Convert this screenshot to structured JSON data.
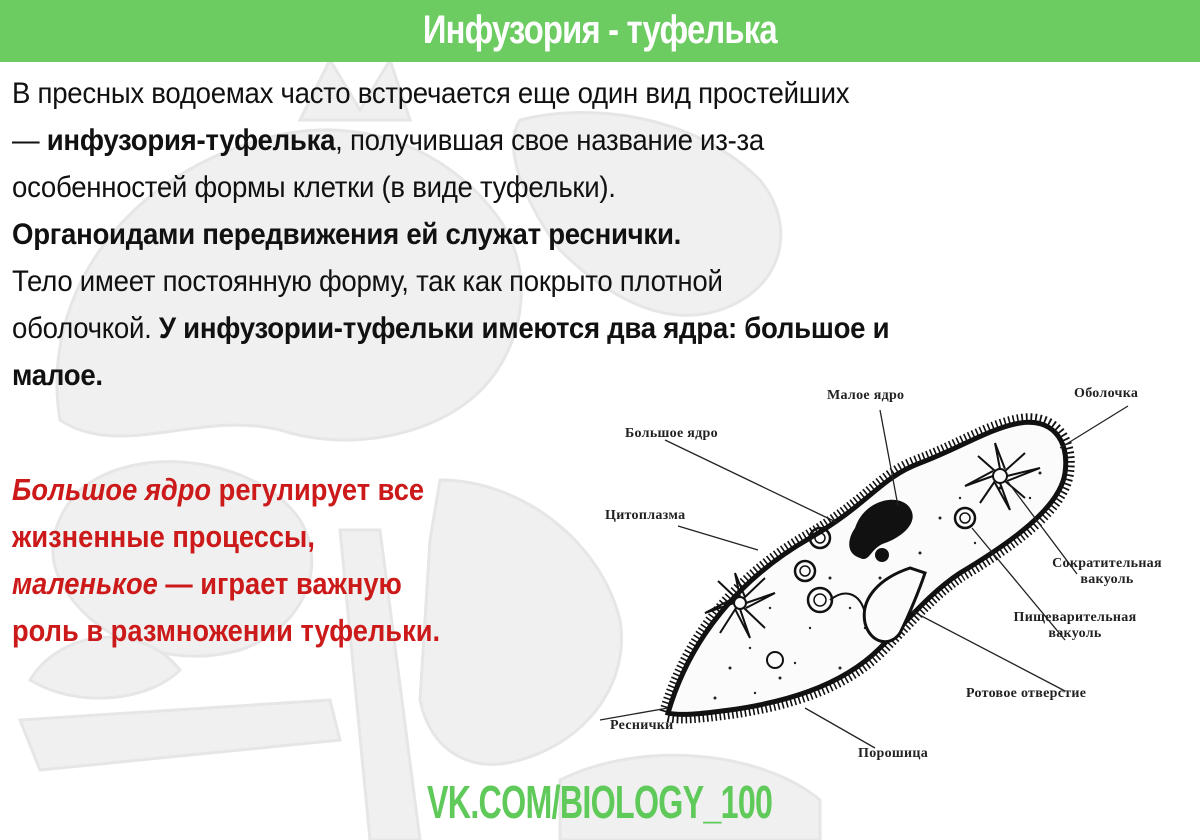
{
  "header": {
    "title": "Инфузория - туфелька",
    "background_color": "#6ccc62"
  },
  "intro": {
    "lines": [
      {
        "parts": [
          {
            "text": "В пресных водоемах часто встречается еще один вид простейших",
            "bold": false
          }
        ]
      },
      {
        "parts": [
          {
            "text": "— ",
            "bold": false
          },
          {
            "text": "инфузория-туфелька",
            "bold": true
          },
          {
            "text": ", получившая свое название из-за",
            "bold": false
          }
        ]
      },
      {
        "parts": [
          {
            "text": "особенностей формы клетки (в виде туфельки).",
            "bold": false
          }
        ]
      },
      {
        "parts": [
          {
            "text": "Органоидами передвижения ей служат реснички.",
            "bold": true
          }
        ]
      },
      {
        "parts": [
          {
            "text": "Тело имеет постоянную форму, так как покрыто плотной",
            "bold": false
          }
        ]
      },
      {
        "parts": [
          {
            "text": "оболочкой. ",
            "bold": false
          },
          {
            "text": "У инфузории-туфельки имеются два ядра: большое и",
            "bold": true
          }
        ]
      },
      {
        "parts": [
          {
            "text": "малое.",
            "bold": true
          }
        ]
      }
    ]
  },
  "highlight": {
    "color": "#cc1a1a",
    "lines": [
      {
        "parts": [
          {
            "text": "Большое ядро",
            "italic": true
          },
          {
            "text": " регулирует все",
            "italic": false
          }
        ]
      },
      {
        "parts": [
          {
            "text": "жизненные процессы,",
            "italic": false
          }
        ]
      },
      {
        "parts": [
          {
            "text": "маленькое",
            "italic": true
          },
          {
            "text": " — играет важную",
            "italic": false
          }
        ]
      },
      {
        "parts": [
          {
            "text": "роль в размножении туфельки.",
            "italic": false
          }
        ]
      }
    ]
  },
  "diagram": {
    "labels": {
      "small_nucleus": "Малое ядро",
      "membrane": "Оболочка",
      "large_nucleus": "Большое ядро",
      "cytoplasm": "Цитоплазма",
      "contractile_vacuole_1": "Сократительная",
      "contractile_vacuole_2": "вакуоль",
      "digestive_vacuole_1": "Пищеварительная",
      "digestive_vacuole_2": "вакуоль",
      "mouth_opening": "Ротовое отверстие",
      "cilia": "Реснички",
      "anal_pore": "Порошица"
    }
  },
  "footer": {
    "link_text": "VK.COM/BIOLOGY_100",
    "color": "#5fc95a"
  }
}
